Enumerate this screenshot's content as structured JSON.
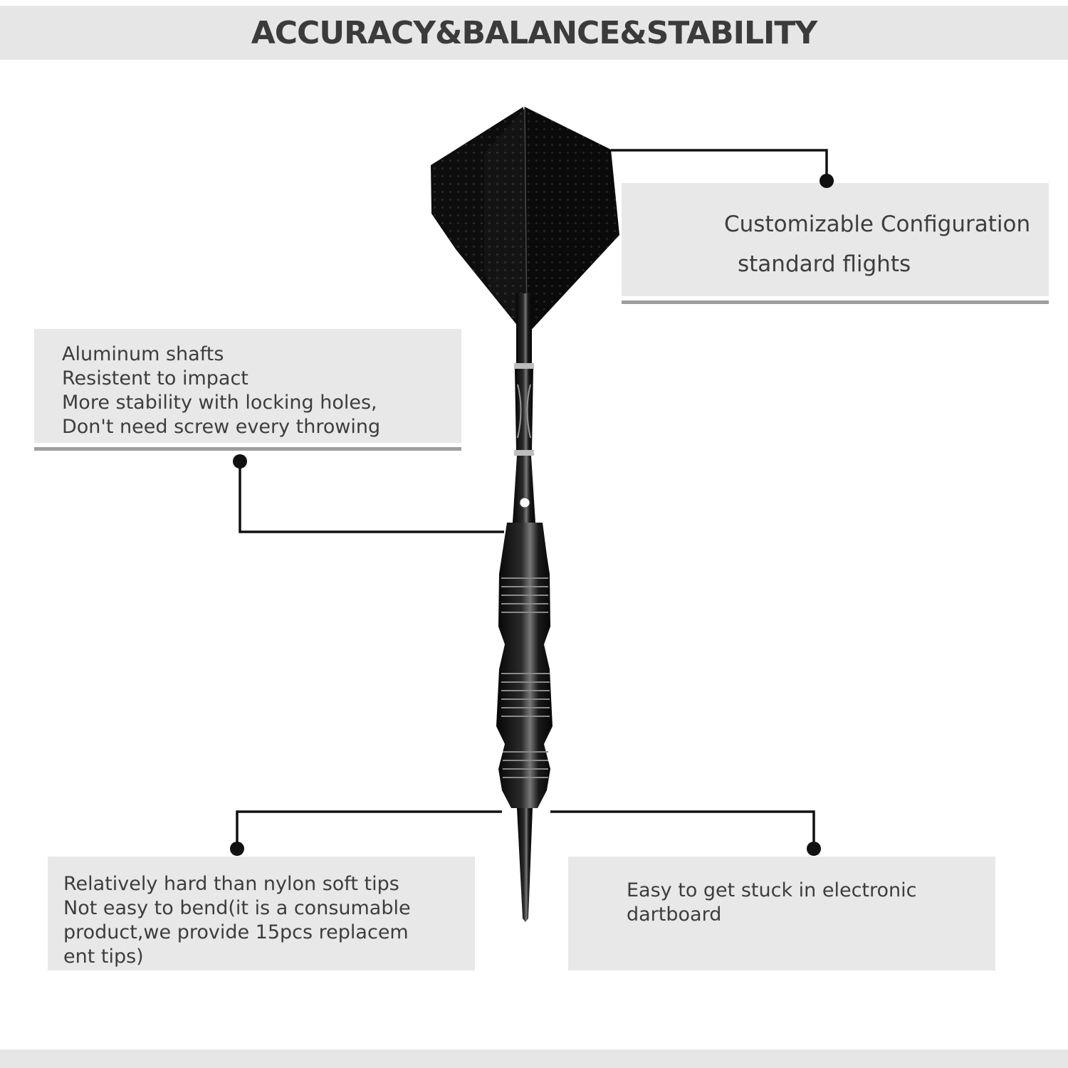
{
  "header": {
    "title": "ACCURACY&BALANCE&STABILITY"
  },
  "callouts": {
    "flights": {
      "lines": [
        "Customizable Configuration",
        "standard flights"
      ]
    },
    "shafts": {
      "lines": [
        "Aluminum shafts",
        "Resistent to impact",
        "More stability with locking holes,",
        "Don't need screw every throwing"
      ]
    },
    "tips": {
      "lines": [
        "Relatively hard than nylon soft tips",
        "Not easy to bend(it is a consumable",
        "product,we provide 15pcs replacem",
        "ent tips)"
      ]
    },
    "dartboard": {
      "lines": [
        "Easy to get stuck in electronic",
        "dartboard"
      ]
    }
  },
  "colors": {
    "banner": "#e6e6e6",
    "box": "#e8e8e8",
    "text": "#3d3d3d",
    "dart": "#111111",
    "leader": "#111111"
  },
  "icons": {
    "product": "dart-illustration"
  }
}
